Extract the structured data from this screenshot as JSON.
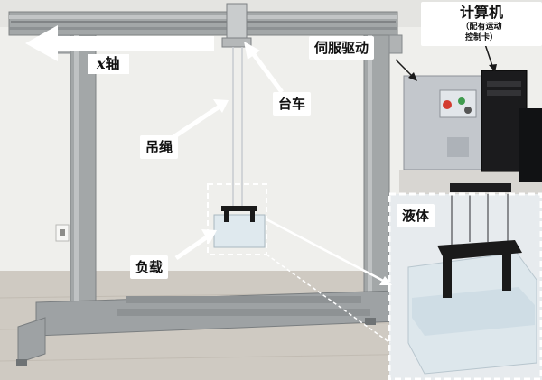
{
  "labels": {
    "x_axis_var": "x",
    "x_axis_text": "轴",
    "trolley": "台车",
    "rope": "吊绳",
    "load": "负载",
    "servo": "伺服驱动",
    "computer_main": "计算机",
    "computer_sub_1": "（配有运动",
    "computer_sub_2": "控制卡）",
    "liquid": "液体"
  },
  "colors": {
    "frame": "#a3a7a8",
    "wall": "#efefec",
    "floor": "#cfcac2",
    "cabinet": "#c3c7cc",
    "pc": "#1b1b1d",
    "arrow": "#ffffff",
    "bracket": "#1a1a1a",
    "water": "#dfe9ee"
  }
}
